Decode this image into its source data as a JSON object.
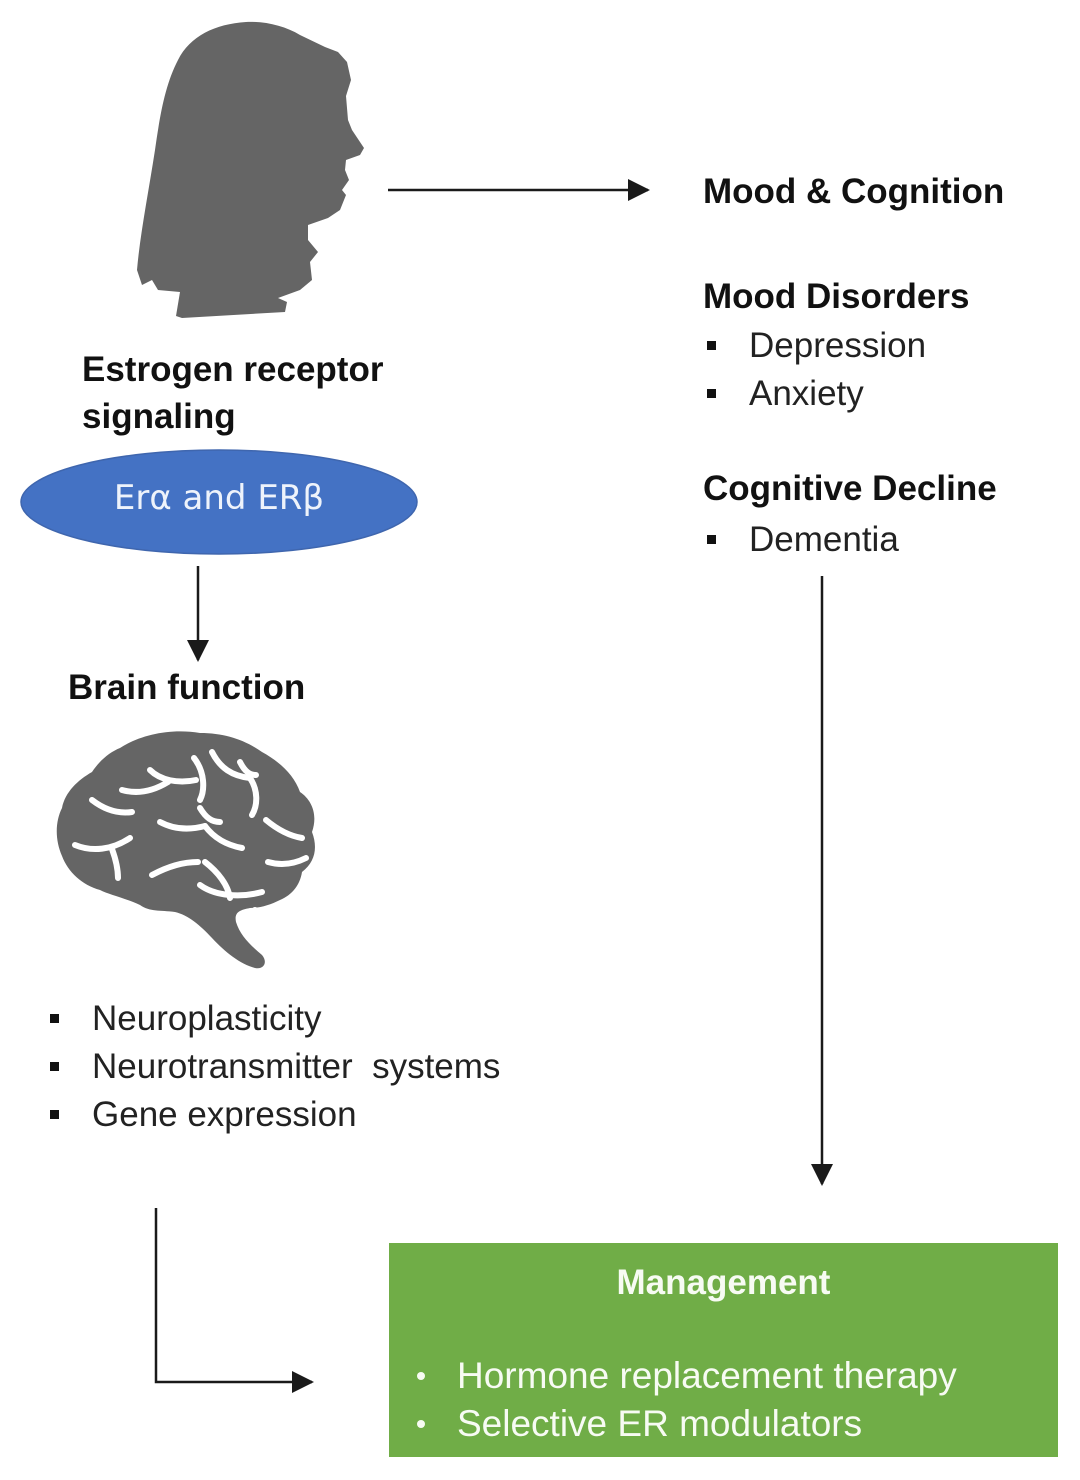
{
  "figure": {
    "colors": {
      "silhouette": "#656565",
      "ellipse_fill": "#4472c4",
      "management_fill": "#70ad47",
      "arrow": "#1a1a1a",
      "text": "#111111"
    },
    "icons": {
      "head": "woman-head-silhouette-icon",
      "brain": "brain-icon"
    },
    "left": {
      "receptor_heading_line1": "Estrogen receptor",
      "receptor_heading_line2": "signaling",
      "ellipse_label": "Erα and ERβ",
      "brain_heading": "Brain function",
      "brain_items": [
        "Neuroplasticity",
        "Neurotransmitter  systems",
        "Gene expression"
      ]
    },
    "right": {
      "title": "Mood & Cognition",
      "mood_heading": "Mood Disorders",
      "mood_items": [
        "Depression",
        "Anxiety"
      ],
      "cognitive_heading": "Cognitive Decline",
      "cognitive_items": [
        "Dementia"
      ]
    },
    "management": {
      "title": "Management",
      "items": [
        "Hormone replacement therapy",
        "Selective ER modulators"
      ]
    },
    "connections": [
      {
        "from": "head-silhouette",
        "to": "mood-cognition"
      },
      {
        "from": "er-ellipse",
        "to": "brain-function"
      },
      {
        "from": "cognitive-decline",
        "to": "management-box"
      },
      {
        "from": "brain-function-list",
        "to": "management-box"
      }
    ]
  }
}
